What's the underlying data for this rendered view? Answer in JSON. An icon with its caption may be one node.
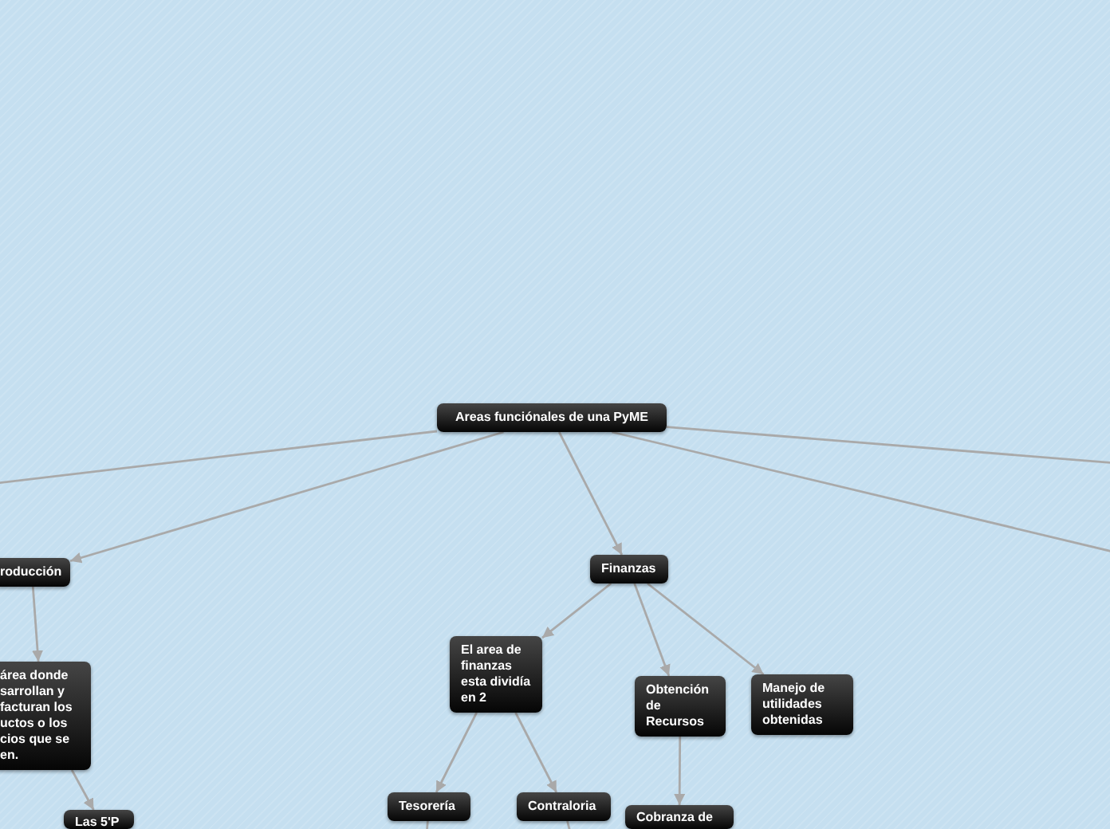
{
  "diagram": {
    "nodes": [
      {
        "text": [
          "Areas funciónales de una PyME"
        ]
      },
      {
        "text": [
          "roducción"
        ]
      },
      {
        "text": [
          "área donde sarrollan y facturan los uctos o los cios que se en."
        ]
      },
      {
        "text": [
          "Las 5'P"
        ]
      },
      {
        "text": [
          "Finanzas"
        ]
      },
      {
        "text": [
          "El area de finanzas esta dividía en 2"
        ]
      },
      {
        "text": [
          "Tesorería"
        ]
      },
      {
        "text": [
          "Contraloria"
        ]
      },
      {
        "text": [
          "Obtención de Recursos"
        ]
      },
      {
        "text": [
          "Manejo de utilidades obtenidas"
        ]
      },
      {
        "text": [
          "Cobranza de"
        ]
      }
    ],
    "edges": [
      {
        "from": 0,
        "to": null,
        "arrow": "none"
      },
      {
        "from": 0,
        "to": 1,
        "arrow": "to"
      },
      {
        "from": 1,
        "to": 2,
        "arrow": "to"
      },
      {
        "from": 2,
        "to": 3,
        "arrow": "to"
      },
      {
        "from": 0,
        "to": 4,
        "arrow": "to"
      },
      {
        "from": 4,
        "to": 5,
        "arrow": "to"
      },
      {
        "from": 5,
        "to": 6,
        "arrow": "to"
      },
      {
        "from": 5,
        "to": 7,
        "arrow": "to"
      },
      {
        "from": 4,
        "to": 8,
        "arrow": "to"
      },
      {
        "from": 4,
        "to": 9,
        "arrow": "to"
      },
      {
        "from": 8,
        "to": 10,
        "arrow": "to"
      },
      {
        "from": 0,
        "to": null,
        "arrow": "none"
      },
      {
        "from": 0,
        "to": null,
        "arrow": "none"
      },
      {
        "from": 6,
        "to": null,
        "arrow": "none"
      },
      {
        "from": 7,
        "to": null,
        "arrow": "none"
      }
    ]
  }
}
